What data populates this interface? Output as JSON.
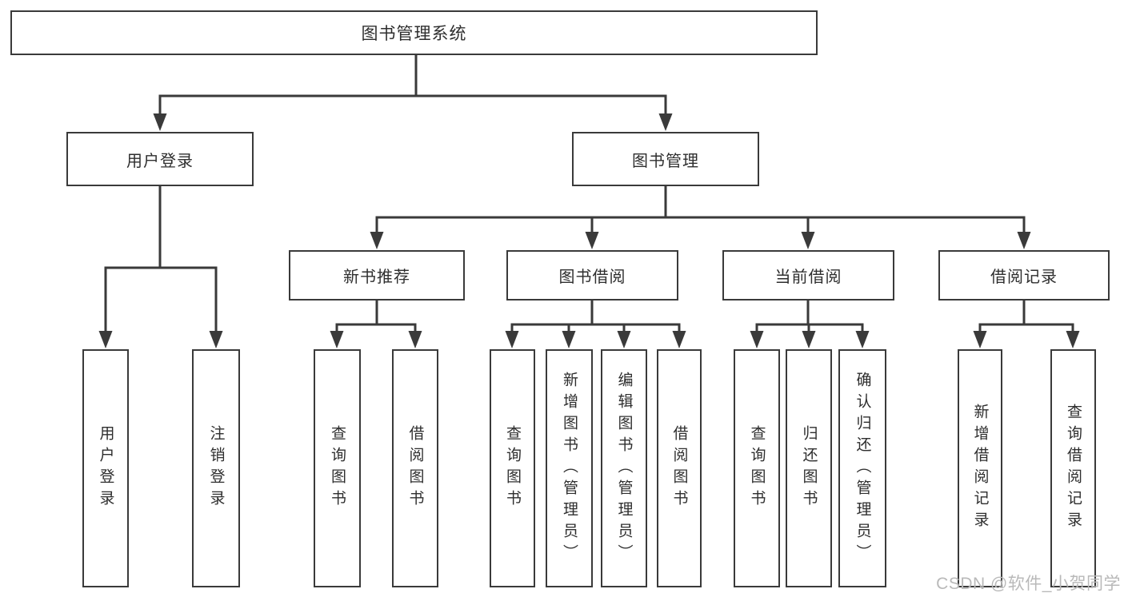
{
  "tree": {
    "root": "图书管理系统",
    "children": [
      {
        "label": "用户登录",
        "children": [
          {
            "label": "用户登录"
          },
          {
            "label": "注销登录"
          }
        ]
      },
      {
        "label": "图书管理",
        "children": [
          {
            "label": "新书推荐",
            "children": [
              {
                "label": "查询图书"
              },
              {
                "label": "借阅图书"
              }
            ]
          },
          {
            "label": "图书借阅",
            "children": [
              {
                "label": "查询图书"
              },
              {
                "label": "新增图书（管理员）"
              },
              {
                "label": "编辑图书（管理员）"
              },
              {
                "label": "借阅图书"
              }
            ]
          },
          {
            "label": "当前借阅",
            "children": [
              {
                "label": "查询图书"
              },
              {
                "label": "归还图书"
              },
              {
                "label": "确认归还（管理员）"
              }
            ]
          },
          {
            "label": "借阅记录",
            "children": [
              {
                "label": "新增借阅记录"
              },
              {
                "label": "查询借阅记录"
              }
            ]
          }
        ]
      }
    ]
  },
  "watermark": {
    "text": "CSDN @软件_小贺同学"
  },
  "colors": {
    "line": "#3a3a3a",
    "text": "#2e2e2e",
    "watermark": "#b9b9b9",
    "background": "#ffffff"
  }
}
